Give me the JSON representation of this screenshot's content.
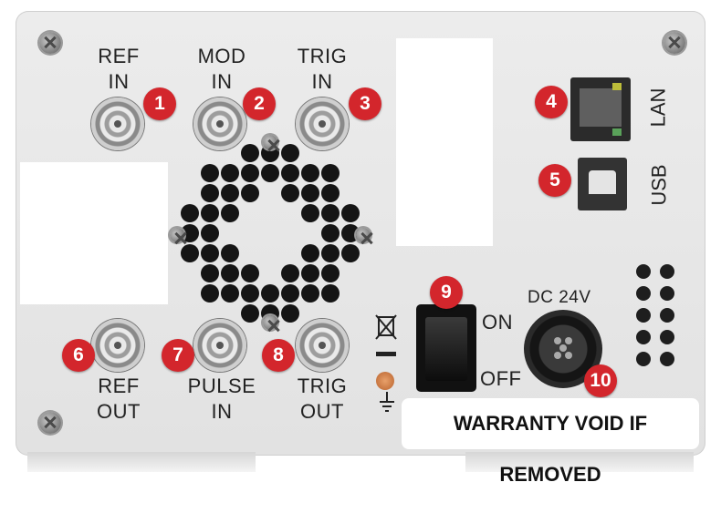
{
  "connectors_top": [
    {
      "label_line1": "REF",
      "label_line2": "IN",
      "number": "1"
    },
    {
      "label_line1": "MOD",
      "label_line2": "IN",
      "number": "2"
    },
    {
      "label_line1": "TRIG",
      "label_line2": "IN",
      "number": "3"
    }
  ],
  "connectors_bottom": [
    {
      "label_line1": "REF",
      "label_line2": "OUT",
      "number": "6"
    },
    {
      "label_line1": "PULSE",
      "label_line2": "IN",
      "number": "7"
    },
    {
      "label_line1": "TRIG",
      "label_line2": "OUT",
      "number": "8"
    }
  ],
  "lan": {
    "label": "LAN",
    "number": "4"
  },
  "usb": {
    "label": "USB",
    "number": "5"
  },
  "power_switch": {
    "number": "9",
    "on_label": "ON",
    "off_label": "OFF"
  },
  "dc_input": {
    "label": "DC 24V",
    "number": "10"
  },
  "warranty_sticker": "WARRANTY VOID IF REMOVED",
  "colors": {
    "badge": "#d3262c",
    "panel": "#e6e6e6",
    "connector_metal": "#9d9d9d"
  }
}
